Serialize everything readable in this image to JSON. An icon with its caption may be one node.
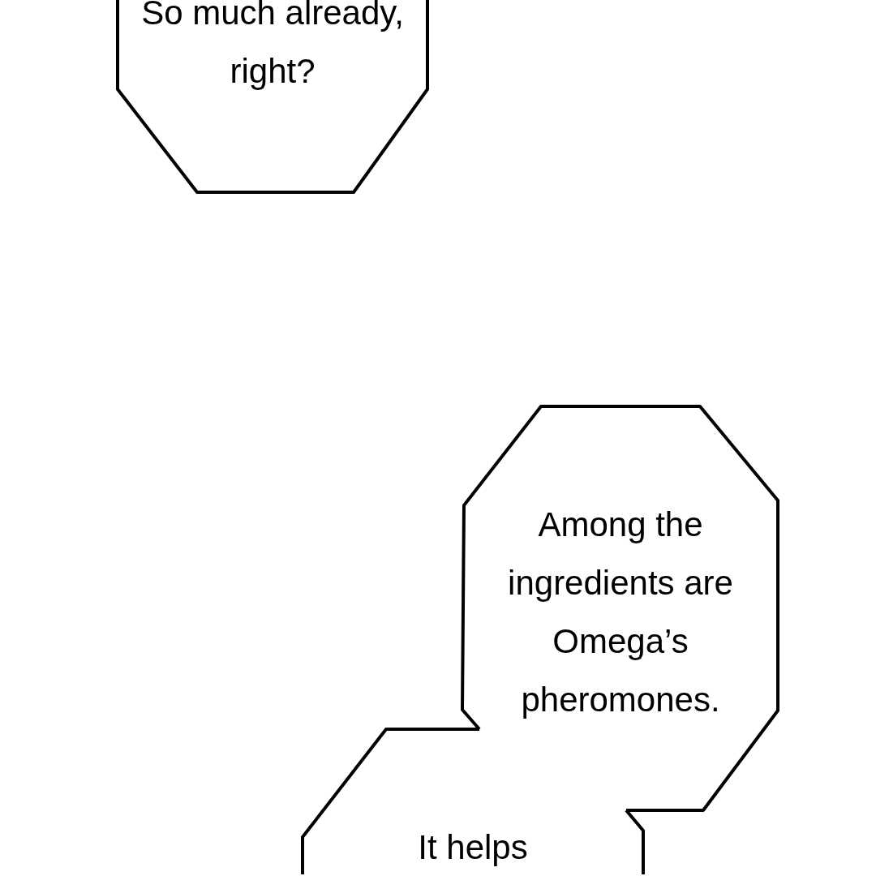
{
  "diagram": {
    "nodes": [
      {
        "text": [
          "So much already, right?"
        ]
      },
      {
        "text": [
          "Among the ingredients are Omega’s pheromones."
        ]
      },
      {
        "text": [
          "It helps"
        ]
      }
    ]
  }
}
